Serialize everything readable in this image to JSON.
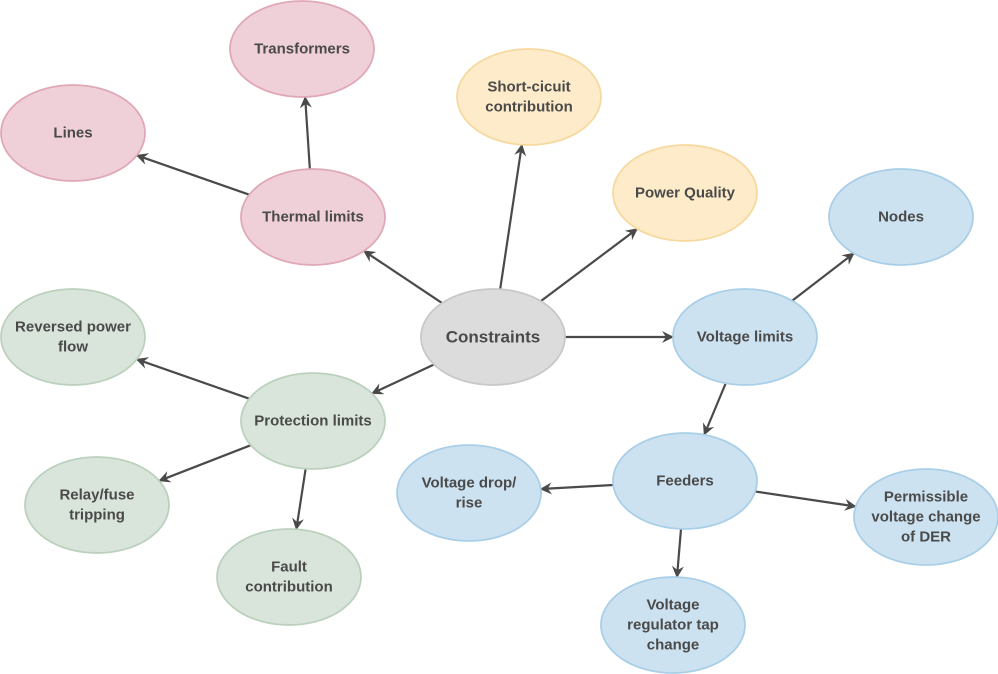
{
  "diagram": {
    "title": "Constraints",
    "colors": {
      "root": {
        "fill": "#dcdcdc",
        "stroke": "#c8c8c8"
      },
      "thermal": {
        "fill": "#efd0d9",
        "stroke": "#e0a8b6"
      },
      "other": {
        "fill": "#fdebc9",
        "stroke": "#f7d9a0"
      },
      "voltage": {
        "fill": "#cde2f0",
        "stroke": "#a9cfe8"
      },
      "protection": {
        "fill": "#d9e4da",
        "stroke": "#bcd1bd"
      },
      "edge": "#4a4a4a",
      "text": "#4a4a4a"
    },
    "nodes": [
      {
        "id": "constraints",
        "lines": [
          "Constraints"
        ],
        "group": "root"
      },
      {
        "id": "thermal-limits",
        "lines": [
          "Thermal limits"
        ],
        "group": "thermal"
      },
      {
        "id": "transformers",
        "lines": [
          "Transformers"
        ],
        "group": "thermal"
      },
      {
        "id": "lines",
        "lines": [
          "Lines"
        ],
        "group": "thermal"
      },
      {
        "id": "short-circuit",
        "lines": [
          "Short-cicuit",
          "contribution"
        ],
        "group": "other"
      },
      {
        "id": "power-quality",
        "lines": [
          "Power Quality"
        ],
        "group": "other"
      },
      {
        "id": "voltage-limits",
        "lines": [
          "Voltage limits"
        ],
        "group": "voltage"
      },
      {
        "id": "nodes",
        "lines": [
          "Nodes"
        ],
        "group": "voltage"
      },
      {
        "id": "feeders",
        "lines": [
          "Feeders"
        ],
        "group": "voltage"
      },
      {
        "id": "voltage-drop-rise",
        "lines": [
          "Voltage drop/",
          "rise"
        ],
        "group": "voltage"
      },
      {
        "id": "permissible-voltage-change",
        "lines": [
          "Permissible",
          "voltage change",
          "of DER"
        ],
        "group": "voltage"
      },
      {
        "id": "voltage-regulator-tap",
        "lines": [
          "Voltage",
          "regulator tap",
          "change"
        ],
        "group": "voltage"
      },
      {
        "id": "protection-limits",
        "lines": [
          "Protection limits"
        ],
        "group": "protection"
      },
      {
        "id": "reversed-power-flow",
        "lines": [
          "Reversed power",
          "flow"
        ],
        "group": "protection"
      },
      {
        "id": "relay-fuse-tripping",
        "lines": [
          "Relay/fuse",
          "tripping"
        ],
        "group": "protection"
      },
      {
        "id": "fault-contribution",
        "lines": [
          "Fault",
          "contribution"
        ],
        "group": "protection"
      }
    ],
    "edges": [
      {
        "from": "constraints",
        "to": "thermal-limits"
      },
      {
        "from": "thermal-limits",
        "to": "transformers"
      },
      {
        "from": "thermal-limits",
        "to": "lines"
      },
      {
        "from": "constraints",
        "to": "short-circuit"
      },
      {
        "from": "constraints",
        "to": "power-quality"
      },
      {
        "from": "constraints",
        "to": "voltage-limits"
      },
      {
        "from": "voltage-limits",
        "to": "nodes"
      },
      {
        "from": "voltage-limits",
        "to": "feeders"
      },
      {
        "from": "feeders",
        "to": "voltage-drop-rise"
      },
      {
        "from": "feeders",
        "to": "permissible-voltage-change"
      },
      {
        "from": "feeders",
        "to": "voltage-regulator-tap"
      },
      {
        "from": "constraints",
        "to": "protection-limits"
      },
      {
        "from": "protection-limits",
        "to": "reversed-power-flow"
      },
      {
        "from": "protection-limits",
        "to": "relay-fuse-tripping"
      },
      {
        "from": "protection-limits",
        "to": "fault-contribution"
      }
    ]
  }
}
